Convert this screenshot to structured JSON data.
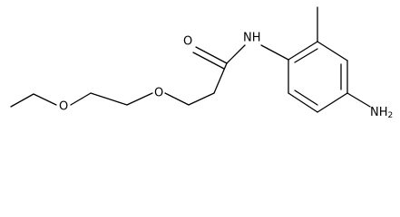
{
  "molecule": {
    "atom_labels": {
      "ether_o1": "O",
      "ether_o2": "O",
      "carbonyl_o": "O",
      "amide_nh": "NH",
      "amine_n": "NH",
      "amine_sub": "2"
    }
  },
  "colors": {
    "bond": "#000000",
    "background": "#ffffff"
  }
}
